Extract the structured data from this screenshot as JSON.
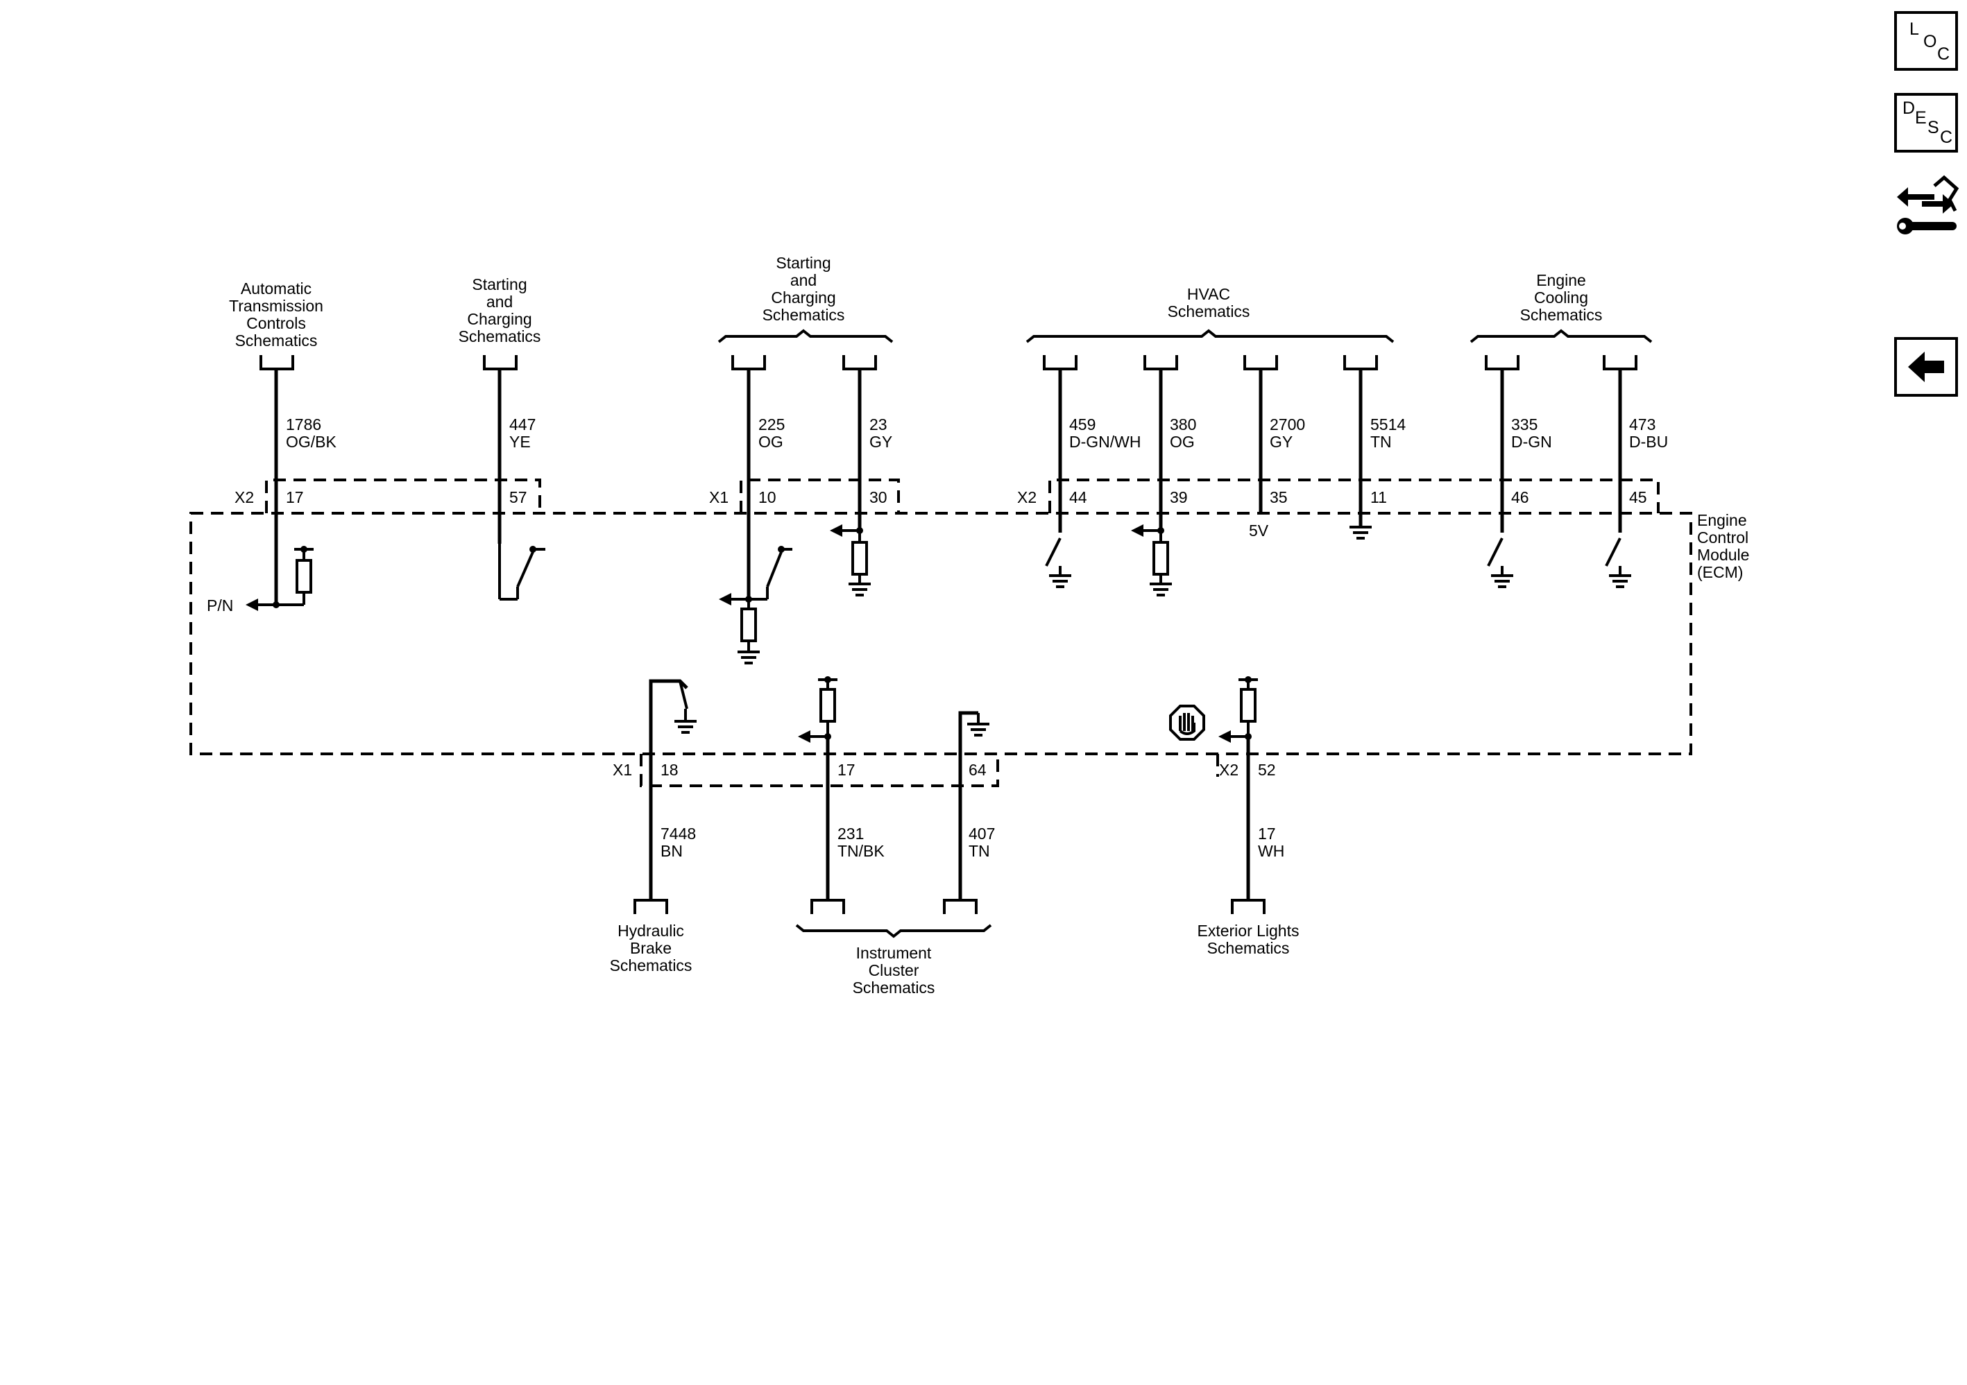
{
  "module": {
    "name_lines": [
      "Engine",
      "Control",
      "Module",
      "(ECM)"
    ]
  },
  "sidebar": {
    "loc": {
      "letters": [
        "L",
        "O",
        "C"
      ],
      "icon": "loc-icon"
    },
    "desc": {
      "letters": [
        "D",
        "E",
        "S",
        "C"
      ],
      "icon": "desc-icon"
    },
    "connector_icon": "connector-repair-icon",
    "back_icon": "back-arrow-icon"
  },
  "top_destinations": [
    {
      "id": "atc",
      "lines": [
        "Automatic",
        "Transmission",
        "Controls",
        "Schematics"
      ]
    },
    {
      "id": "sc1",
      "lines": [
        "Starting",
        "and",
        "Charging",
        "Schematics"
      ]
    },
    {
      "id": "sc2",
      "lines": [
        "Starting",
        "and",
        "Charging",
        "Schematics"
      ]
    },
    {
      "id": "hvac",
      "lines": [
        "HVAC",
        "Schematics"
      ]
    },
    {
      "id": "ecool",
      "lines": [
        "Engine",
        "Cooling",
        "Schematics"
      ]
    }
  ],
  "bottom_destinations": [
    {
      "id": "brake",
      "lines": [
        "Hydraulic",
        "Brake",
        "Schematics"
      ]
    },
    {
      "id": "cluster",
      "lines": [
        "Instrument",
        "Cluster",
        "Schematics"
      ]
    },
    {
      "id": "lights",
      "lines": [
        "Exterior Lights",
        "Schematics"
      ]
    }
  ],
  "connectors": {
    "top_left": "X2",
    "top_mid": "X1",
    "top_right": "X2",
    "bottom_left": "X1",
    "bottom_right": "X2"
  },
  "top_wires": [
    {
      "id": "w1786",
      "circuit": "1786",
      "color": "OG/BK",
      "pin": "17"
    },
    {
      "id": "w447",
      "circuit": "447",
      "color": "YE",
      "pin": "57"
    },
    {
      "id": "w225",
      "circuit": "225",
      "color": "OG",
      "pin": "10"
    },
    {
      "id": "w23",
      "circuit": "23",
      "color": "GY",
      "pin": "30"
    },
    {
      "id": "w459",
      "circuit": "459",
      "color": "D-GN/WH",
      "pin": "44"
    },
    {
      "id": "w380",
      "circuit": "380",
      "color": "OG",
      "pin": "39"
    },
    {
      "id": "w2700",
      "circuit": "2700",
      "color": "GY",
      "pin": "35"
    },
    {
      "id": "w5514",
      "circuit": "5514",
      "color": "TN",
      "pin": "11"
    },
    {
      "id": "w335",
      "circuit": "335",
      "color": "D-GN",
      "pin": "46"
    },
    {
      "id": "w473",
      "circuit": "473",
      "color": "D-BU",
      "pin": "45"
    }
  ],
  "bottom_wires": [
    {
      "id": "w7448",
      "circuit": "7448",
      "color": "BN",
      "pin": "18"
    },
    {
      "id": "w231",
      "circuit": "231",
      "color": "TN/BK",
      "pin": "17"
    },
    {
      "id": "w407",
      "circuit": "407",
      "color": "TN",
      "pin": "64"
    },
    {
      "id": "w17",
      "circuit": "17",
      "color": "WH",
      "pin": "52"
    }
  ],
  "internal_labels": {
    "pn": "P/N",
    "five_v": "5V"
  },
  "stop_icon": "hand-stop-icon"
}
